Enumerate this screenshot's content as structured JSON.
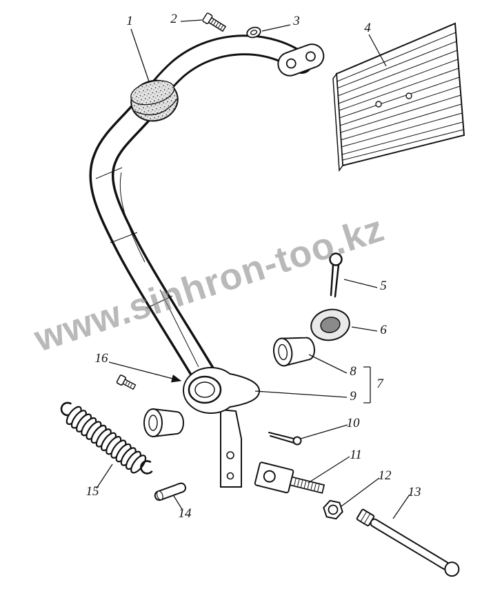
{
  "watermark": {
    "text": "www.sinhron-too.kz"
  },
  "colors": {
    "line": "#111111",
    "watermark": "#8b8b8b",
    "background": "#ffffff"
  },
  "parts": [
    {
      "number": "1"
    },
    {
      "number": "2"
    },
    {
      "number": "3"
    },
    {
      "number": "4"
    },
    {
      "number": "5"
    },
    {
      "number": "6"
    },
    {
      "number": "7"
    },
    {
      "number": "8"
    },
    {
      "number": "9"
    },
    {
      "number": "10"
    },
    {
      "number": "11"
    },
    {
      "number": "12"
    },
    {
      "number": "13"
    },
    {
      "number": "14"
    },
    {
      "number": "15"
    },
    {
      "number": "16"
    }
  ]
}
